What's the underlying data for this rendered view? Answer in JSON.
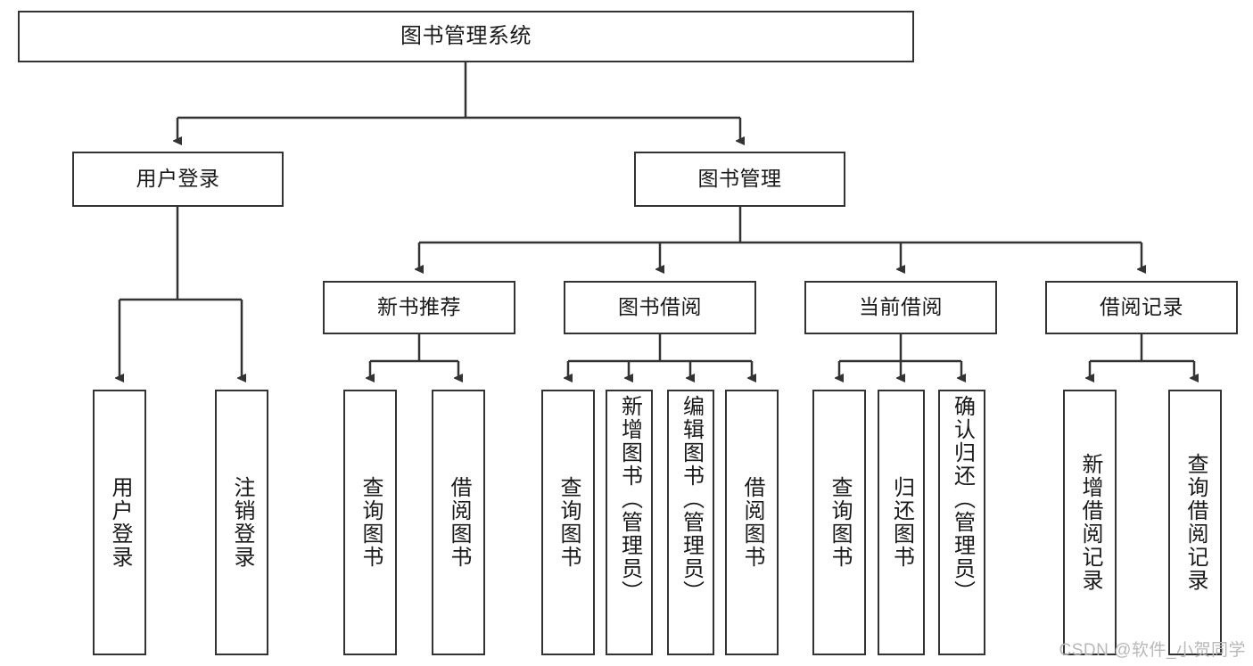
{
  "diagram": {
    "title": "图书管理系统",
    "type": "tree-hierarchy",
    "watermark": "CSDN @软件_小贺同学",
    "colors": {
      "box_border": "#333333",
      "box_fill": "#ffffff",
      "edge": "#333333",
      "text": "#1a1a1a",
      "watermark": "#b8b8b8"
    },
    "nodes": {
      "root": {
        "label": "图书管理系统"
      },
      "level2": [
        {
          "label": "用户登录"
        },
        {
          "label": "图书管理"
        }
      ],
      "level3": [
        {
          "label": "新书推荐"
        },
        {
          "label": "图书借阅"
        },
        {
          "label": "当前借阅"
        },
        {
          "label": "借阅记录"
        }
      ],
      "leaves": {
        "user_login": [
          {
            "label": "用户登录"
          },
          {
            "label": "注销登录"
          }
        ],
        "new_book_recommend": [
          {
            "label": "查询图书"
          },
          {
            "label": "借阅图书"
          }
        ],
        "book_borrow": [
          {
            "label": "查询图书"
          },
          {
            "label": "新增图书（管理员）"
          },
          {
            "label": "编辑图书（管理员）"
          },
          {
            "label": "借阅图书"
          }
        ],
        "current_borrow": [
          {
            "label": "查询图书"
          },
          {
            "label": "归还图书"
          },
          {
            "label": "确认归还（管理员）"
          }
        ],
        "borrow_record": [
          {
            "label": "新增借阅记录"
          },
          {
            "label": "查询借阅记录"
          }
        ]
      }
    }
  }
}
